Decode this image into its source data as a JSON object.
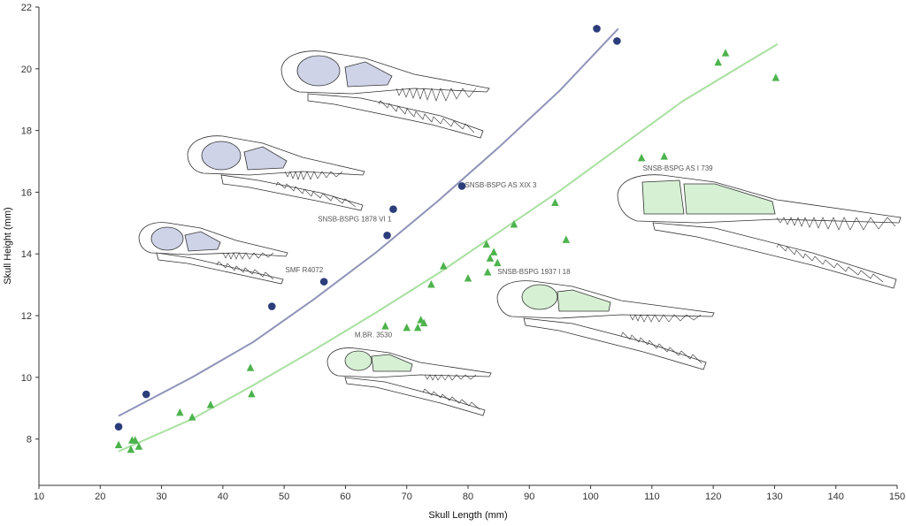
{
  "chart_data": {
    "type": "scatter",
    "title": "",
    "xlabel": "Skull Length (mm)",
    "ylabel": "Skull Height (mm)",
    "xlim": [
      10,
      150
    ],
    "ylim": [
      6.5,
      22
    ],
    "xticks": [
      10,
      20,
      30,
      40,
      50,
      60,
      70,
      80,
      90,
      100,
      110,
      120,
      130,
      140,
      150
    ],
    "yticks": [
      8,
      10,
      12,
      14,
      16,
      18,
      20,
      22
    ],
    "grid": false,
    "legend": "none",
    "series": [
      {
        "marker": "circle",
        "color": "#2b3d7a",
        "curve_color": "#8f93b8",
        "points": [
          [
            23,
            8.4
          ],
          [
            27.5,
            9.45
          ],
          [
            48,
            12.3
          ],
          [
            56.5,
            13.1
          ],
          [
            66.8,
            14.6
          ],
          [
            67.8,
            15.45
          ],
          [
            79,
            16.2
          ],
          [
            101,
            21.3
          ],
          [
            104.3,
            20.9
          ]
        ],
        "trend": [
          [
            23,
            8.75
          ],
          [
            35,
            10.0
          ],
          [
            45,
            11.15
          ],
          [
            55,
            12.55
          ],
          [
            65,
            14.05
          ],
          [
            75,
            15.7
          ],
          [
            85,
            17.45
          ],
          [
            95,
            19.3
          ],
          [
            104.5,
            21.3
          ]
        ]
      },
      {
        "marker": "triangle",
        "color": "#4db34d",
        "curve_color": "#a8e0a0",
        "points": [
          [
            23,
            7.8
          ],
          [
            25.2,
            7.95
          ],
          [
            25.7,
            7.95
          ],
          [
            25,
            7.65
          ],
          [
            26.3,
            7.75
          ],
          [
            33,
            8.85
          ],
          [
            35,
            8.7
          ],
          [
            38,
            9.1
          ],
          [
            44.5,
            10.3
          ],
          [
            44.7,
            9.45
          ],
          [
            66.5,
            11.65
          ],
          [
            70,
            11.6
          ],
          [
            71.8,
            11.6
          ],
          [
            72.3,
            11.85
          ],
          [
            72.8,
            11.75
          ],
          [
            74,
            13.0
          ],
          [
            76,
            13.6
          ],
          [
            80,
            13.2
          ],
          [
            83,
            14.3
          ],
          [
            83.2,
            13.4
          ],
          [
            83.6,
            13.85
          ],
          [
            84.2,
            14.05
          ],
          [
            84.8,
            13.7
          ],
          [
            87.5,
            14.95
          ],
          [
            94.2,
            15.65
          ],
          [
            96,
            14.45
          ],
          [
            108.3,
            17.1
          ],
          [
            112,
            17.15
          ],
          [
            120.8,
            20.2
          ],
          [
            122,
            20.5
          ],
          [
            130.2,
            19.7
          ]
        ],
        "trend": [
          [
            23,
            7.6
          ],
          [
            35,
            8.65
          ],
          [
            45,
            9.75
          ],
          [
            55,
            10.9
          ],
          [
            65,
            12.1
          ],
          [
            75,
            13.35
          ],
          [
            85,
            14.7
          ],
          [
            95,
            16.05
          ],
          [
            105,
            17.5
          ],
          [
            115,
            18.95
          ],
          [
            125,
            20.15
          ],
          [
            130.5,
            20.8
          ]
        ]
      }
    ],
    "annotations": [
      {
        "text": "SNSB-BSPG AS XIX 3",
        "x": 79.5,
        "y": 16.15
      },
      {
        "text": "SNSB-BSPG 1878 VI 1",
        "x": 55.5,
        "y": 15.05
      },
      {
        "text": "SMF R4072",
        "x": 50.2,
        "y": 13.4
      },
      {
        "text": "SNSB-BSPG AS I 739",
        "x": 108.5,
        "y": 16.7
      },
      {
        "text": "SNSB-BSPG 1937 I 18",
        "x": 84.8,
        "y": 13.35
      },
      {
        "text": "M.BR. 3530",
        "x": 61.5,
        "y": 11.3
      }
    ]
  },
  "colors": {
    "blue_fill": "#cfd3e8",
    "green_fill": "#d6f0d4"
  }
}
